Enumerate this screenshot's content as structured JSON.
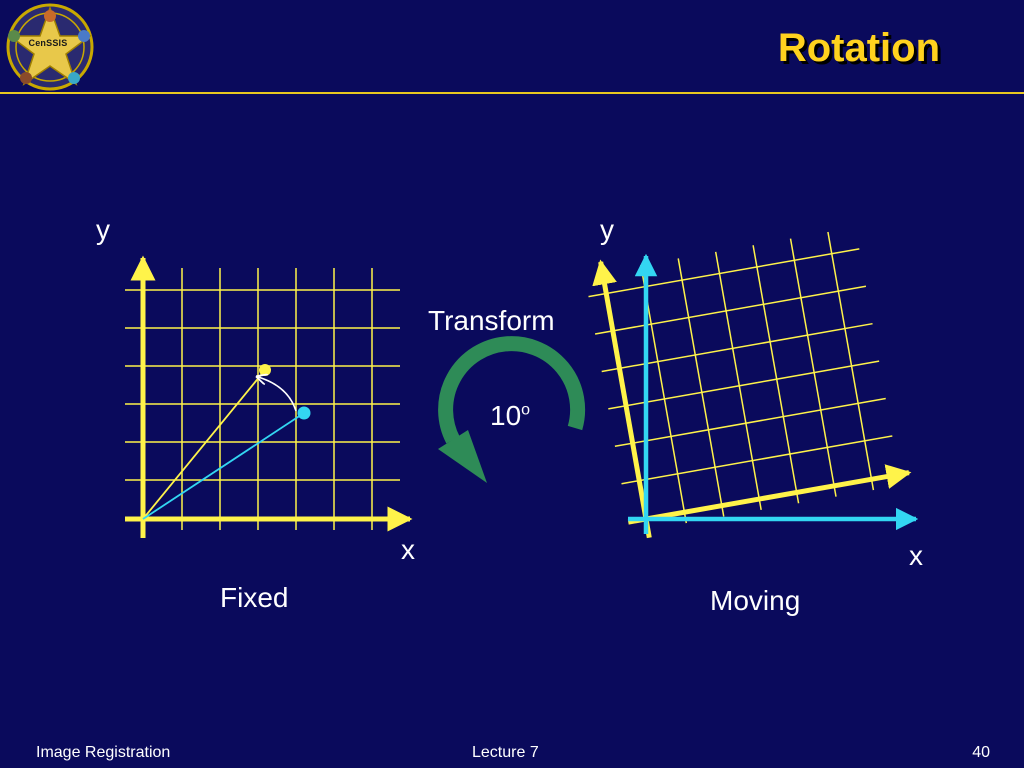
{
  "slide": {
    "title": "Rotation",
    "logo_text": "CenSSIS"
  },
  "diagram": {
    "fixed": {
      "y_label": "y",
      "x_label": "x",
      "caption": "Fixed"
    },
    "moving": {
      "y_label": "y",
      "x_label": "x",
      "caption": "Moving"
    },
    "transform_label": "Transform",
    "angle_value": "10",
    "angle_unit": "o"
  },
  "footer": {
    "left": "Image Registration",
    "center": "Lecture 7",
    "page": "40"
  },
  "colors": {
    "background": "#0A0A5C",
    "title": "#FFD21E",
    "grid_yellow": "#FFF34A",
    "cyan": "#33D6F2",
    "arrow_green": "#2E8B57"
  }
}
